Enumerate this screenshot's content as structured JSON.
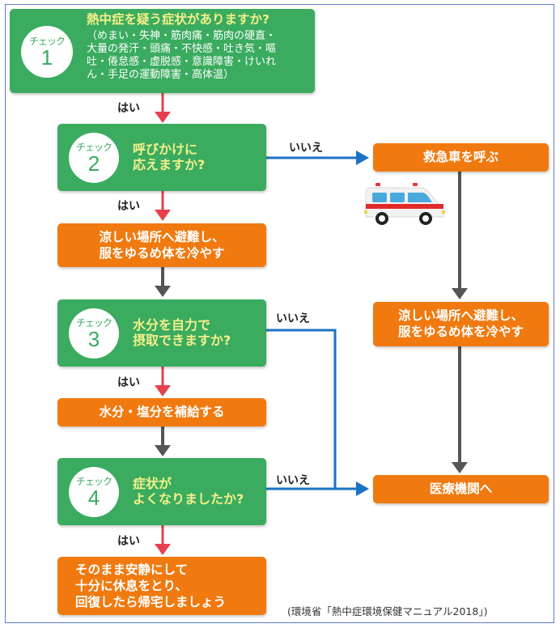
{
  "diagram": {
    "checks": [
      {
        "badge_label": "チェック",
        "badge_number": "1",
        "question": "熱中症を疑う症状がありますか?",
        "details": [
          "（めまい・失神・筋肉痛・筋肉の硬直・",
          "大量の発汗・頭痛・不快感・吐き気・嘔",
          "吐・倦怠感・虚脱感・意識障害・けいれ",
          "ん・手足の運動障害・高体温）"
        ]
      },
      {
        "badge_label": "チェック",
        "badge_number": "2",
        "question_lines": [
          "呼びかけに",
          "応えますか?"
        ]
      },
      {
        "badge_label": "チェック",
        "badge_number": "3",
        "question_lines": [
          "水分を自力で",
          "摂取できますか?"
        ]
      },
      {
        "badge_label": "チェック",
        "badge_number": "4",
        "question_lines": [
          "症状が",
          "よくなりましたか?"
        ]
      }
    ],
    "actions": {
      "cool_down_left": [
        "涼しい場所へ避難し、",
        "服をゆるめ体を冷やす"
      ],
      "hydrate": "水分・塩分を補給する",
      "rest": [
        "そのまま安静にして",
        "十分に休息をとり、",
        "回復したら帰宅しましょう"
      ],
      "call_ambulance": "救急車を呼ぶ",
      "cool_down_right": [
        "涼しい場所へ避難し、",
        "服をゆるめ体を冷やす"
      ],
      "medical_institution": "医療機関へ"
    },
    "edge_labels": {
      "yes": "はい",
      "no": "いいえ"
    },
    "icons": {
      "ambulance": "ambulance-icon"
    },
    "citation": "(環境省「熱中症環境保健マニュアル2018」)",
    "colors": {
      "green": "#3aab5f",
      "orange": "#f07a10",
      "question_text": "#f4f08a",
      "yes_arrow": "#e8404a",
      "no_arrow": "#1a73c4",
      "flow_arrow": "#555555",
      "frame": "#5b7ec4"
    }
  }
}
